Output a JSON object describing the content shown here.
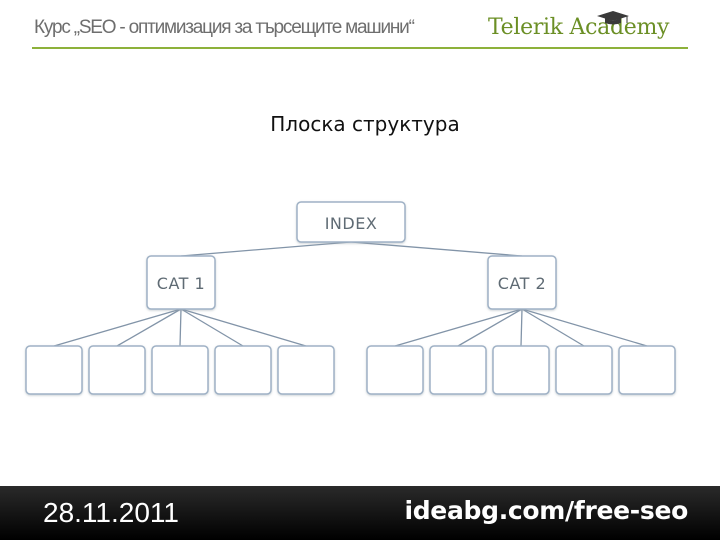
{
  "header": {
    "course_title": "Курс „SEO - оптимизация за търсещите машини“",
    "logo_text": "Telerik Academy",
    "logo_icon": "graduation-cap-icon"
  },
  "slide": {
    "title": "Плоска структура"
  },
  "diagram": {
    "root": "INDEX",
    "categories": [
      "CAT 1",
      "CAT 2"
    ],
    "leaves_per_category": 5
  },
  "footer": {
    "date": "28.11.2011",
    "url": "ideabg.com/free-seo"
  },
  "colors": {
    "accent_green": "#8db13a",
    "box_border": "#9fb1c5",
    "line": "#8294a8"
  }
}
